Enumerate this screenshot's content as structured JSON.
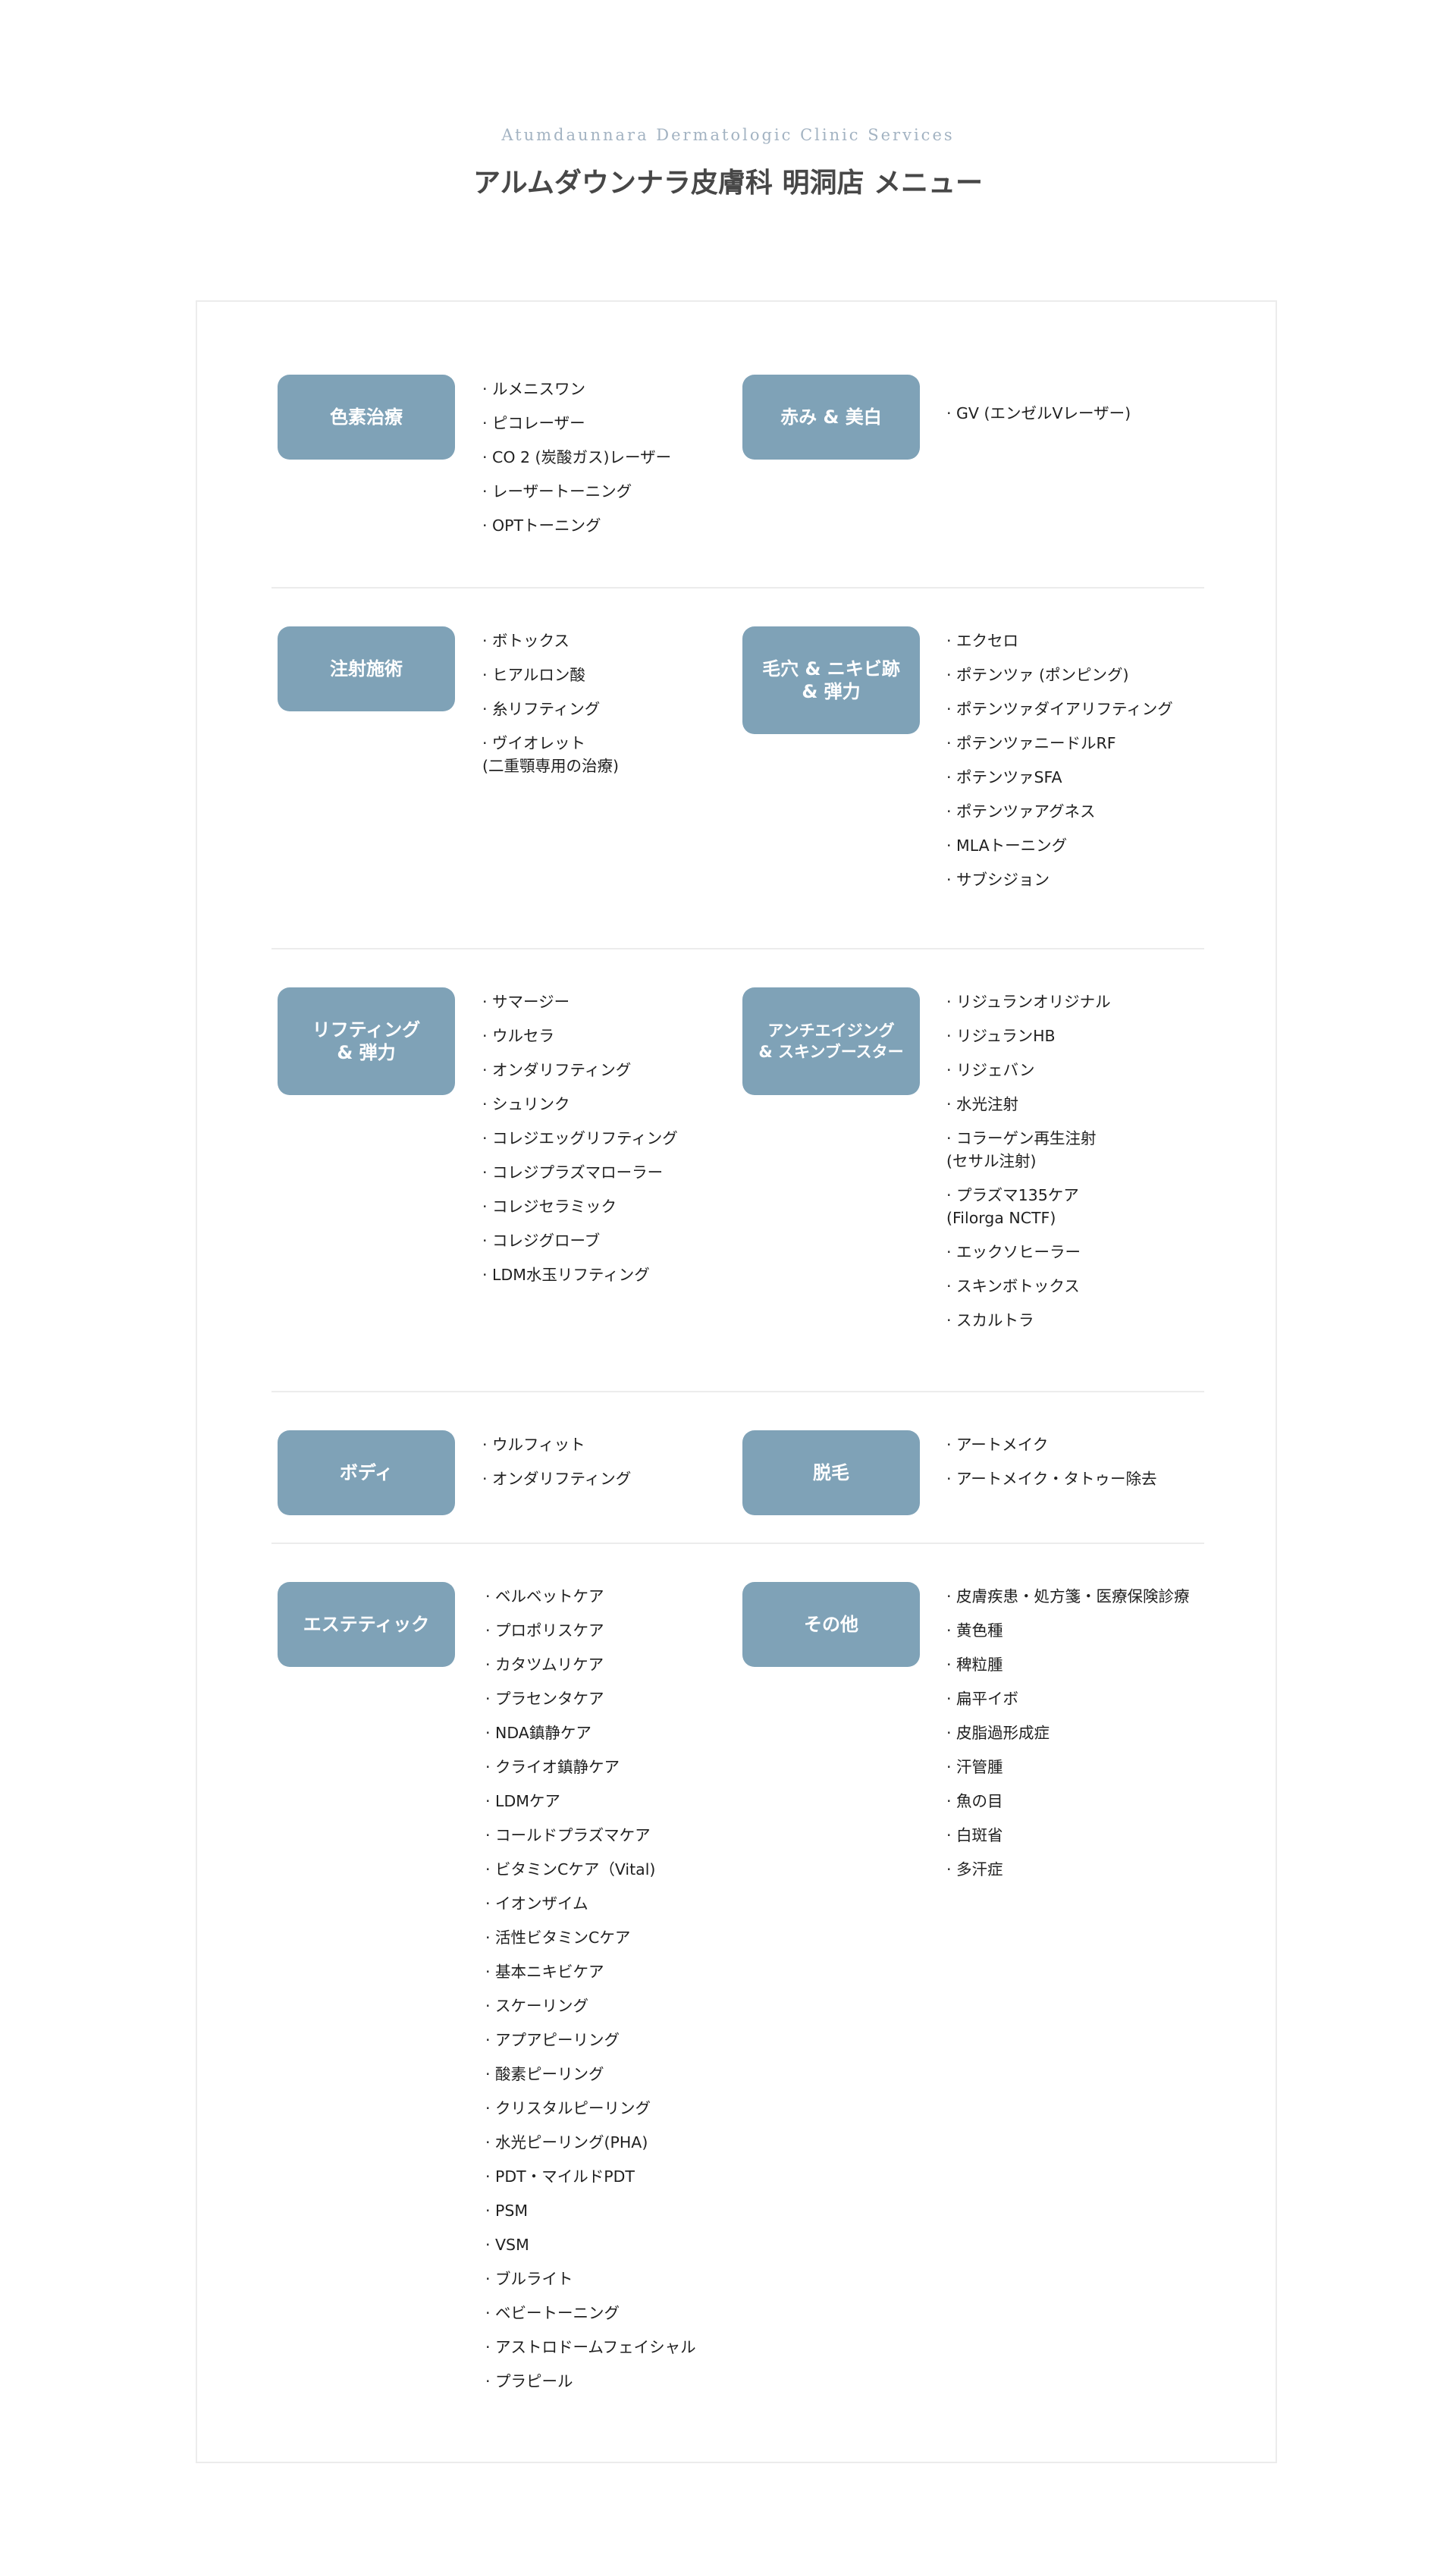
{
  "header": {
    "eyebrow": "Atumdaunnara Dermatologic Clinic Services",
    "title": "アルムダウンナラ皮膚科 明洞店 メニュー"
  },
  "sections": [
    {
      "label": "色素治療",
      "items": [
        "· ルメニスワン",
        "· ピコレーザー",
        "· CO 2 (炭酸ガス)レーザー",
        "· レーザートーニング",
        "· OPTトーニング"
      ]
    },
    {
      "label": "赤み & 美白",
      "items": [
        "· GV (エンゼルVレーザー)"
      ]
    },
    {
      "label": "注射施術",
      "items": [
        "· ボトックス",
        "· ヒアルロン酸",
        "· 糸リフティング",
        "· ヴイオレット\n(二重顎専用の治療)"
      ]
    },
    {
      "label": "毛穴 & ニキビ跡\n& 弾力",
      "items": [
        "· エクセロ",
        "· ポテンツァ (ポンピング)",
        "· ポテンツァダイアリフティング",
        "· ポテンツァニードルRF",
        "· ポテンツァSFA",
        "· ポテンツァアグネス",
        "· MLAトーニング",
        "· サブシジョン"
      ]
    },
    {
      "label": "リフティング\n& 弾力",
      "items": [
        "· サマージー",
        "· ウルセラ",
        "· オンダリフティング",
        "· シュリンク",
        "· コレジエッグリフティング",
        "· コレジプラズマローラー",
        "· コレジセラミック",
        "· コレジグローブ",
        "· LDM水玉リフティング"
      ]
    },
    {
      "label": "アンチエイジング\n& スキンブースター",
      "items": [
        "· リジュランオリジナル",
        "· リジュランHB",
        "· リジェバン",
        "· 水光注射",
        "· コラーゲン再生注射\n  (セサル注射)",
        "· プラズマ135ケア\n  (Filorga NCTF)",
        "· エックソヒーラー",
        "· スキンボトックス",
        "· スカルトラ"
      ]
    },
    {
      "label": "ボディ",
      "items": [
        "· ウルフィット",
        "· オンダリフティング"
      ]
    },
    {
      "label": "脱毛",
      "items": [
        "· アートメイク",
        "· アートメイク・タトゥー除去"
      ]
    },
    {
      "label": "エステティック",
      "items": [
        "· ベルベットケア",
        "· プロポリスケア",
        "· カタツムリケア",
        "· プラセンタケア",
        "· NDA鎮静ケア",
        "· クライオ鎮静ケア",
        "· LDMケア",
        "· コールドプラズマケア",
        "· ビタミンCケア（Vital)",
        "· イオンザイム",
        "· 活性ビタミンCケア",
        "· 基本ニキビケア",
        "· スケーリング",
        "· アプアピーリング",
        "· 酸素ピーリング",
        "· クリスタルピーリング",
        "· 水光ピーリング(PHA)",
        "· PDT・マイルドPDT",
        "· PSM",
        "· VSM",
        "· ブルライト",
        "· ベビートーニング",
        "· アストロドームフェイシャル",
        "· プラピール"
      ]
    },
    {
      "label": "その他",
      "items": [
        "· 皮膚疾患・処方箋・医療保険診療",
        "· 黄色種",
        "· 稗粒腫",
        "· 扁平イボ",
        "· 皮脂過形成症",
        "· 汗管腫",
        "· 魚の目",
        "· 白斑省",
        "· 多汗症"
      ]
    }
  ]
}
